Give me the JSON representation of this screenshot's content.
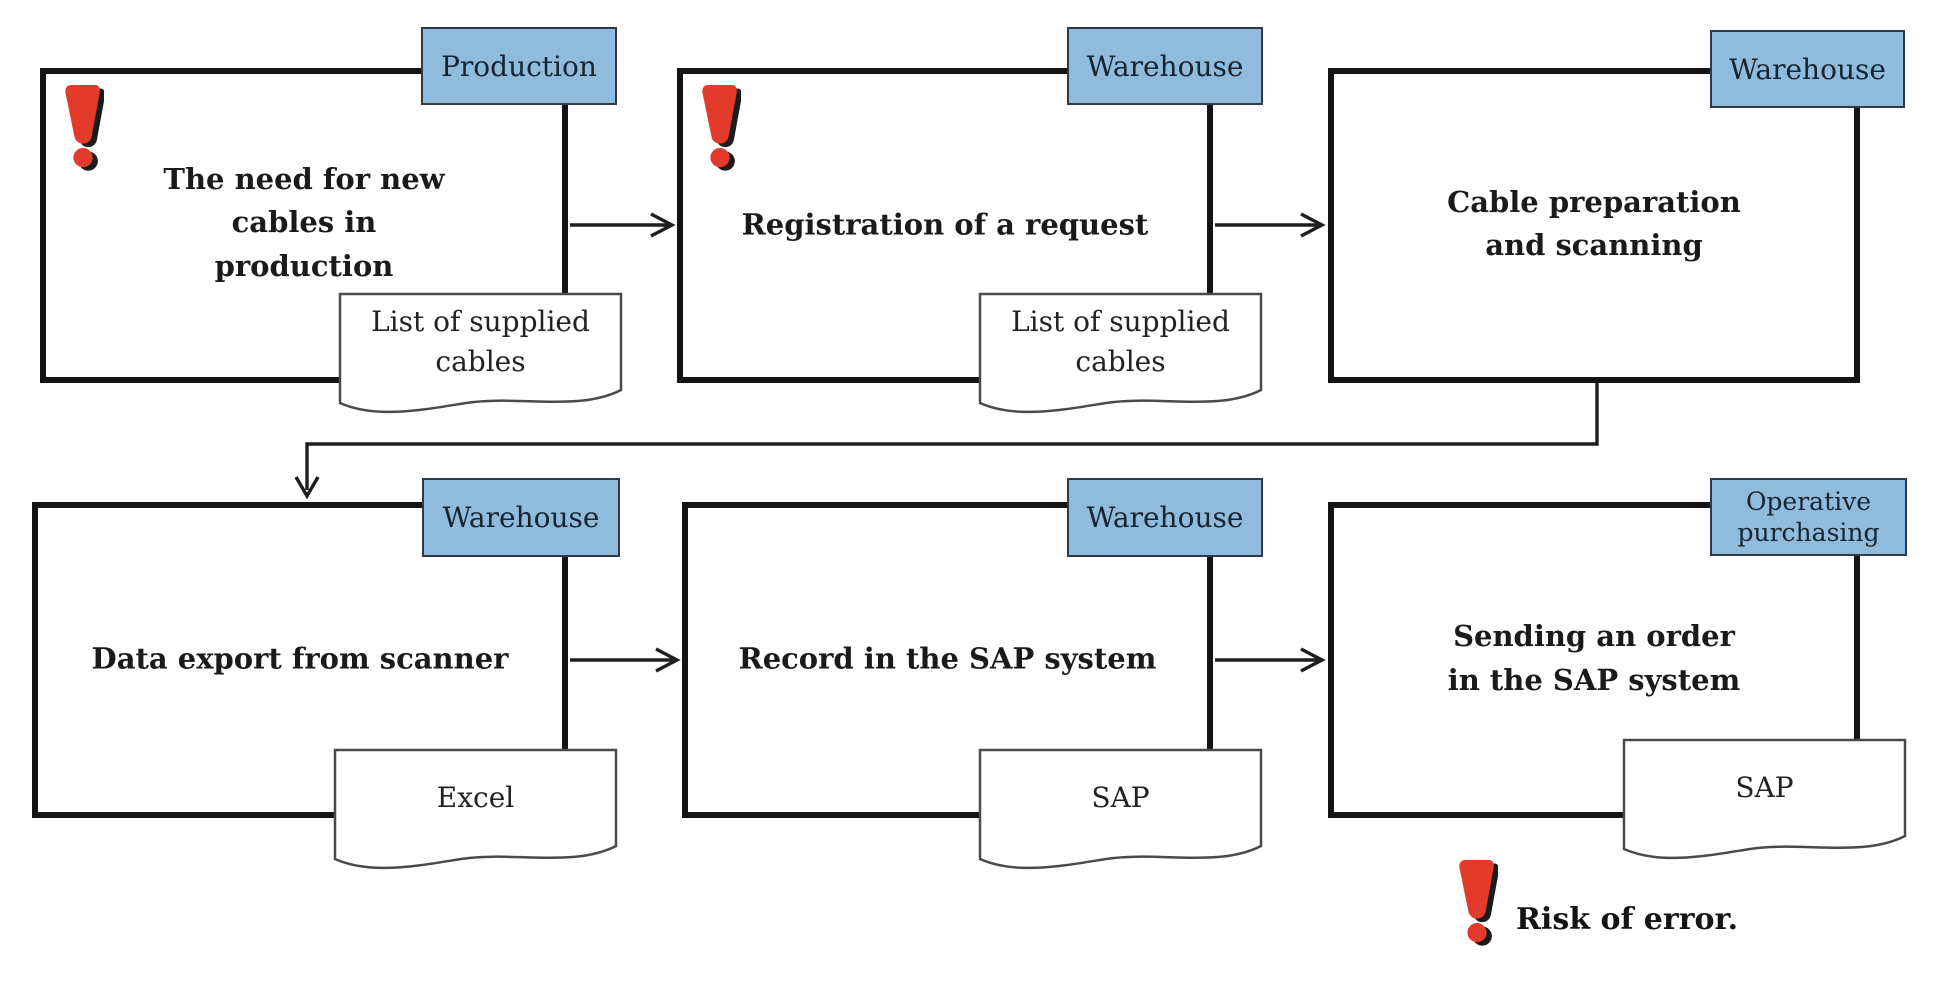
{
  "diagram": {
    "type": "process-flowchart",
    "colors": {
      "tag_fill": "#8fbbdc",
      "tag_border": "#2e3b46",
      "box_border": "#141414",
      "warning_red": "#e23b2c",
      "text": "#1a1a1a"
    }
  },
  "boxes": [
    {
      "tag": "Production",
      "title": "The need for new cables in production",
      "document": "List of supplied cables",
      "has_warning": true
    },
    {
      "tag": "Warehouse",
      "title": "Registration of a request",
      "document": "List of supplied cables",
      "has_warning": true
    },
    {
      "tag": "Warehouse",
      "title": "Cable preparation and scanning",
      "document": "",
      "has_warning": false
    },
    {
      "tag": "Warehouse",
      "title": "Data export from scanner",
      "document": "Excel",
      "has_warning": false
    },
    {
      "tag": "Warehouse",
      "title": "Record in the SAP system",
      "document": "SAP",
      "has_warning": false
    },
    {
      "tag": "Operative purchasing",
      "title": "Sending an order in the SAP system",
      "document": "SAP",
      "has_warning": false
    }
  ],
  "legend": {
    "icon": "warning-exclamation-icon",
    "label": "Risk of error."
  }
}
